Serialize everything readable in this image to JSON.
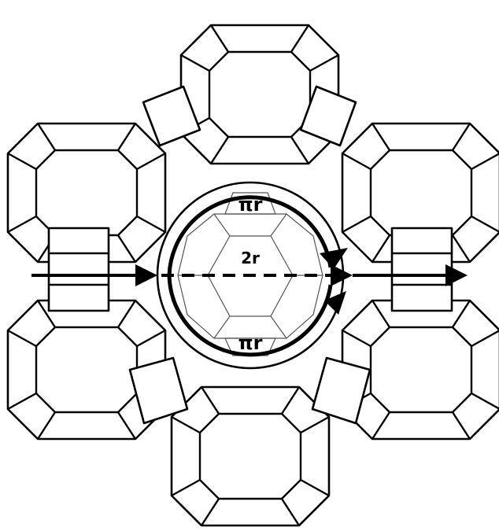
{
  "labels": {
    "arc_top": "πr",
    "arc_bottom": "πr",
    "diameter": "2r"
  },
  "colors": {
    "line": "#000000",
    "background": "#ffffff"
  }
}
